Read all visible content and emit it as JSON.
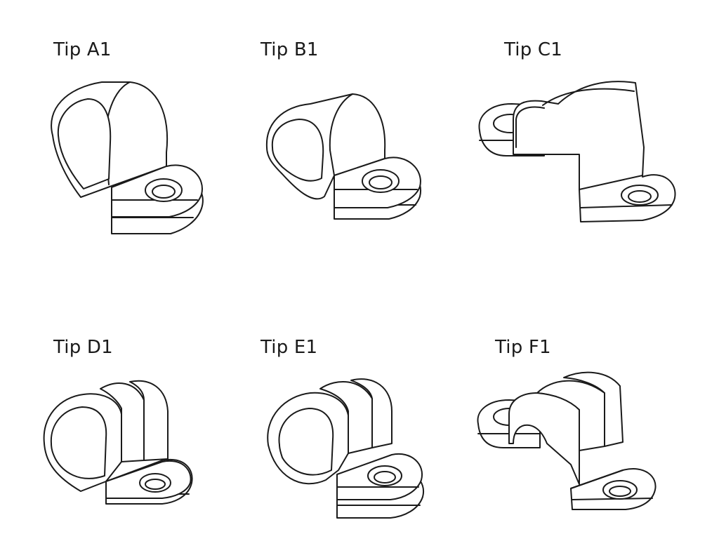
{
  "figure": {
    "labels": {
      "a1": "Tip A1",
      "b1": "Tip B1",
      "c1": "Tip C1",
      "d1": "Tip D1",
      "e1": "Tip E1",
      "f1": "Tip F1"
    }
  }
}
